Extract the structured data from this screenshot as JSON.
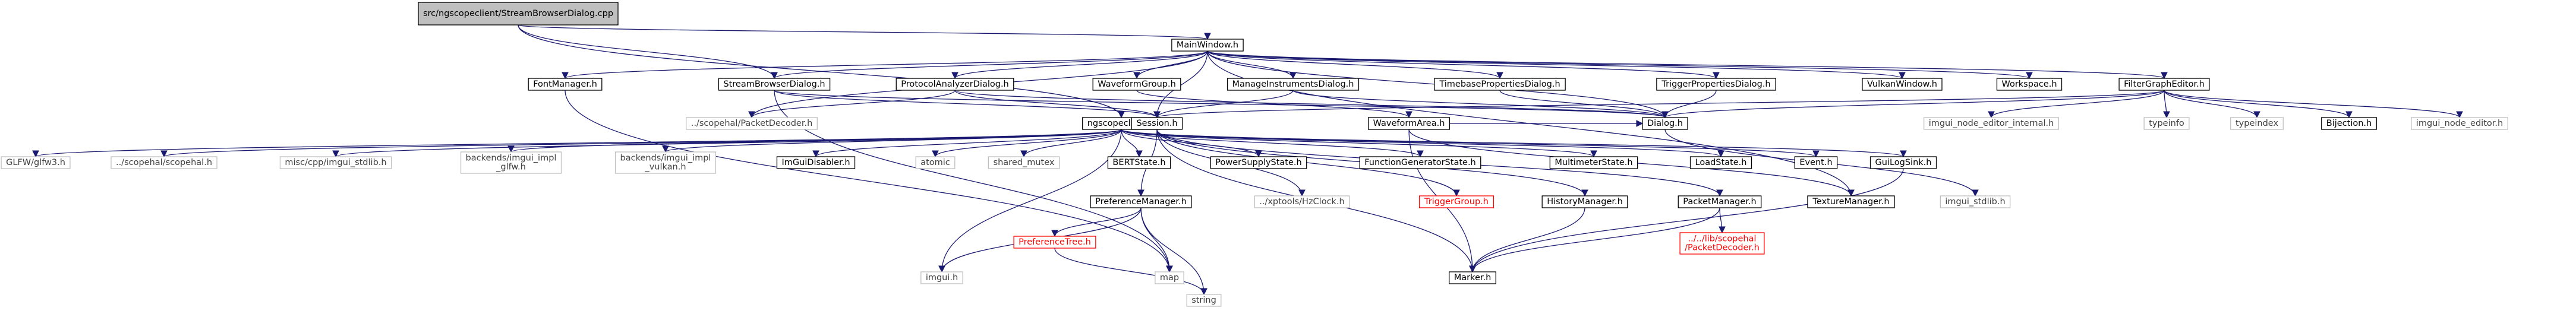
{
  "colors": {
    "edge": "#191970",
    "node_border": "#000000",
    "node_fill": "#ffffff",
    "node_text": "#000000",
    "root_fill": "#bfbfbf",
    "root_border": "#000000",
    "missing_border": "#ff0000",
    "missing_text": "#ff0000",
    "external_border": "#bfbfbf",
    "external_text": "#404040"
  },
  "nodes": [
    {
      "id": "root",
      "label": "src/ngscopeclient/StreamBrowserDialog.cpp",
      "kind": "root"
    },
    {
      "id": "mainwindow",
      "label": "MainWindow.h",
      "kind": "normal"
    },
    {
      "id": "ngscopeclient",
      "label": "ngscopeclient.h",
      "kind": "normal"
    },
    {
      "id": "fontmgr",
      "label": "FontManager.h",
      "kind": "normal"
    },
    {
      "id": "streambrowser",
      "label": "StreamBrowserDialog.h",
      "kind": "normal"
    },
    {
      "id": "protoanalyzer",
      "label": "ProtocolAnalyzerDialog.h",
      "kind": "normal"
    },
    {
      "id": "waveformgroup",
      "label": "WaveformGroup.h",
      "kind": "normal"
    },
    {
      "id": "manageinst",
      "label": "ManageInstrumentsDialog.h",
      "kind": "normal"
    },
    {
      "id": "timebase",
      "label": "TimebasePropertiesDialog.h",
      "kind": "normal"
    },
    {
      "id": "trigprops",
      "label": "TriggerPropertiesDialog.h",
      "kind": "normal"
    },
    {
      "id": "vulkanwin",
      "label": "VulkanWindow.h",
      "kind": "normal"
    },
    {
      "id": "workspace",
      "label": "Workspace.h",
      "kind": "normal"
    },
    {
      "id": "filtergraph",
      "label": "FilterGraphEditor.h",
      "kind": "normal"
    },
    {
      "id": "upacket",
      "label": "../scopehal/PacketDecoder.h",
      "kind": "external"
    },
    {
      "id": "session",
      "label": "Session.h",
      "kind": "normal"
    },
    {
      "id": "waveformarea",
      "label": "WaveformArea.h",
      "kind": "normal"
    },
    {
      "id": "dialog",
      "label": "Dialog.h",
      "kind": "normal"
    },
    {
      "id": "imnodeinternal",
      "label": "imgui_node_editor_internal.h",
      "kind": "external"
    },
    {
      "id": "typeinfo",
      "label": "typeinfo",
      "kind": "external"
    },
    {
      "id": "typeindex",
      "label": "typeindex",
      "kind": "external"
    },
    {
      "id": "bijection",
      "label": "Bijection.h",
      "kind": "normal"
    },
    {
      "id": "imnodeeditor",
      "label": "imgui_node_editor.h",
      "kind": "external"
    },
    {
      "id": "glfw",
      "label": "GLFW/glfw3.h",
      "kind": "external"
    },
    {
      "id": "scopehal",
      "label": "../scopehal/scopehal.h",
      "kind": "external"
    },
    {
      "id": "miscstdlib",
      "label": "misc/cpp/imgui_stdlib.h",
      "kind": "external"
    },
    {
      "id": "bkglfw",
      "label": "backends/imgui_impl\n_glfw.h",
      "kind": "external"
    },
    {
      "id": "bkvulkan",
      "label": "backends/imgui_impl\n_vulkan.h",
      "kind": "external"
    },
    {
      "id": "imguidisabler",
      "label": "ImGuiDisabler.h",
      "kind": "normal"
    },
    {
      "id": "atomic",
      "label": "atomic",
      "kind": "external"
    },
    {
      "id": "sharedmutex",
      "label": "shared_mutex",
      "kind": "external"
    },
    {
      "id": "bertstate",
      "label": "BERTState.h",
      "kind": "normal"
    },
    {
      "id": "powerstate",
      "label": "PowerSupplyState.h",
      "kind": "normal"
    },
    {
      "id": "fgstate",
      "label": "FunctionGeneratorState.h",
      "kind": "normal"
    },
    {
      "id": "mmstate",
      "label": "MultimeterState.h",
      "kind": "normal"
    },
    {
      "id": "loadstate",
      "label": "LoadState.h",
      "kind": "normal"
    },
    {
      "id": "event",
      "label": "Event.h",
      "kind": "normal"
    },
    {
      "id": "guilogsink",
      "label": "GuiLogSink.h",
      "kind": "normal"
    },
    {
      "id": "prefmgr",
      "label": "PreferenceManager.h",
      "kind": "normal"
    },
    {
      "id": "hzclock",
      "label": "../xptools/HzClock.h",
      "kind": "external"
    },
    {
      "id": "triggergroup",
      "label": "TriggerGroup.h",
      "kind": "missing"
    },
    {
      "id": "historymgr",
      "label": "HistoryManager.h",
      "kind": "normal"
    },
    {
      "id": "packetmgr",
      "label": "PacketManager.h",
      "kind": "normal"
    },
    {
      "id": "texturemgr",
      "label": "TextureManager.h",
      "kind": "normal"
    },
    {
      "id": "imguistdlib",
      "label": "imgui_stdlib.h",
      "kind": "external"
    },
    {
      "id": "imgui",
      "label": "imgui.h",
      "kind": "external"
    },
    {
      "id": "map",
      "label": "map",
      "kind": "external"
    },
    {
      "id": "preftree",
      "label": "PreferenceTree.h",
      "kind": "missing"
    },
    {
      "id": "marker",
      "label": "Marker.h",
      "kind": "normal"
    },
    {
      "id": "libpacket",
      "label": "../../lib/scopehal\n/PacketDecoder.h",
      "kind": "missing"
    },
    {
      "id": "string",
      "label": "string",
      "kind": "external"
    }
  ],
  "edges": [
    [
      "root",
      "mainwindow"
    ],
    [
      "root",
      "ngscopeclient"
    ],
    [
      "root",
      "streambrowser"
    ],
    [
      "mainwindow",
      "fontmgr"
    ],
    [
      "mainwindow",
      "streambrowser"
    ],
    [
      "mainwindow",
      "protoanalyzer"
    ],
    [
      "mainwindow",
      "waveformgroup"
    ],
    [
      "mainwindow",
      "manageinst"
    ],
    [
      "mainwindow",
      "timebase"
    ],
    [
      "mainwindow",
      "trigprops"
    ],
    [
      "mainwindow",
      "vulkanwin"
    ],
    [
      "mainwindow",
      "workspace"
    ],
    [
      "mainwindow",
      "filtergraph"
    ],
    [
      "mainwindow",
      "session"
    ],
    [
      "mainwindow",
      "dialog"
    ],
    [
      "mainwindow",
      "texturemgr"
    ],
    [
      "mainwindow",
      "upacket"
    ],
    [
      "fontmgr",
      "map"
    ],
    [
      "streambrowser",
      "dialog"
    ],
    [
      "streambrowser",
      "session"
    ],
    [
      "streambrowser",
      "map"
    ],
    [
      "protoanalyzer",
      "dialog"
    ],
    [
      "protoanalyzer",
      "session"
    ],
    [
      "protoanalyzer",
      "upacket"
    ],
    [
      "waveformgroup",
      "waveformarea"
    ],
    [
      "manageinst",
      "dialog"
    ],
    [
      "manageinst",
      "session"
    ],
    [
      "timebase",
      "dialog"
    ],
    [
      "trigprops",
      "dialog"
    ],
    [
      "filtergraph",
      "dialog"
    ],
    [
      "filtergraph",
      "session"
    ],
    [
      "filtergraph",
      "imnodeinternal"
    ],
    [
      "filtergraph",
      "typeinfo"
    ],
    [
      "filtergraph",
      "typeindex"
    ],
    [
      "filtergraph",
      "bijection"
    ],
    [
      "filtergraph",
      "imnodeeditor"
    ],
    [
      "ngscopeclient",
      "glfw"
    ],
    [
      "ngscopeclient",
      "scopehal"
    ],
    [
      "ngscopeclient",
      "miscstdlib"
    ],
    [
      "ngscopeclient",
      "bkglfw"
    ],
    [
      "ngscopeclient",
      "bkvulkan"
    ],
    [
      "ngscopeclient",
      "imguidisabler"
    ],
    [
      "ngscopeclient",
      "atomic"
    ],
    [
      "ngscopeclient",
      "sharedmutex"
    ],
    [
      "ngscopeclient",
      "bertstate"
    ],
    [
      "ngscopeclient",
      "powerstate"
    ],
    [
      "ngscopeclient",
      "fgstate"
    ],
    [
      "ngscopeclient",
      "mmstate"
    ],
    [
      "ngscopeclient",
      "loadstate"
    ],
    [
      "ngscopeclient",
      "event"
    ],
    [
      "ngscopeclient",
      "guilogsink"
    ],
    [
      "ngscopeclient",
      "imgui"
    ],
    [
      "session",
      "prefmgr"
    ],
    [
      "session",
      "hzclock"
    ],
    [
      "session",
      "triggergroup"
    ],
    [
      "session",
      "historymgr"
    ],
    [
      "session",
      "packetmgr"
    ],
    [
      "session",
      "marker"
    ],
    [
      "waveformarea",
      "dialog"
    ],
    [
      "waveformarea",
      "marker"
    ],
    [
      "waveformarea",
      "texturemgr"
    ],
    [
      "dialog",
      "imguistdlib"
    ],
    [
      "guilogsink",
      "marker"
    ],
    [
      "prefmgr",
      "map"
    ],
    [
      "prefmgr",
      "preftree"
    ],
    [
      "prefmgr",
      "imgui"
    ],
    [
      "prefmgr",
      "string"
    ],
    [
      "preftree",
      "string"
    ],
    [
      "historymgr",
      "marker"
    ],
    [
      "packetmgr",
      "marker"
    ],
    [
      "packetmgr",
      "libpacket"
    ]
  ]
}
